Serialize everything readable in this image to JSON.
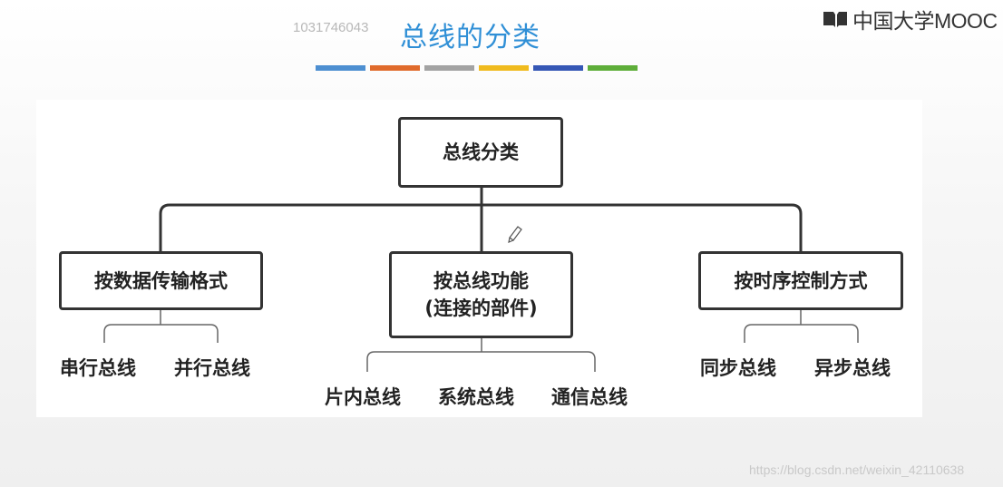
{
  "header": {
    "id_text": "1031746043",
    "title": "总线的分类",
    "color_bars": [
      "#4d8fd1",
      "#e06b2c",
      "#a3a3a3",
      "#f0bb1e",
      "#3557b5",
      "#5eae3a"
    ]
  },
  "logo": {
    "text": "中国大学MOOC",
    "color": "#333333"
  },
  "diagram": {
    "root": "总线分类",
    "branches": [
      {
        "label": "按数据传输格式",
        "children": [
          "串行总线",
          "并行总线"
        ]
      },
      {
        "label_line1": "按总线功能",
        "label_line2": "(连接的部件)",
        "children": [
          "片内总线",
          "系统总线",
          "通信总线"
        ]
      },
      {
        "label": "按时序控制方式",
        "children": [
          "同步总线",
          "异步总线"
        ]
      }
    ]
  },
  "watermark": "https://blog.csdn.net/weixin_42110638",
  "colors": {
    "accent": "#2f8fd6",
    "line": "#333333"
  }
}
